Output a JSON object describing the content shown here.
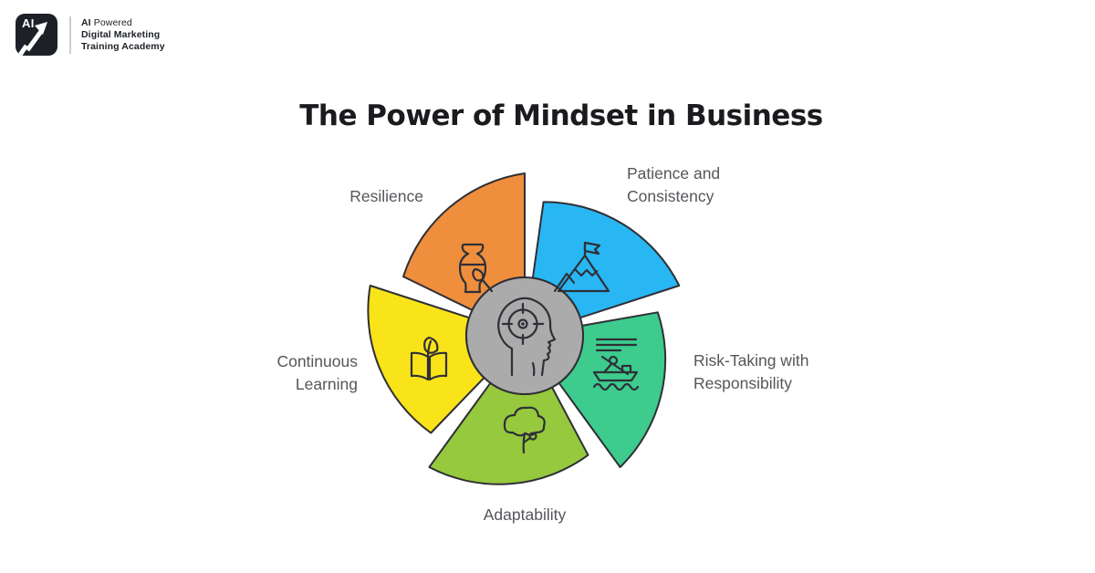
{
  "brand": {
    "mark_text": "AI",
    "tagline_bold": "AI",
    "tagline_rest": " Powered",
    "line2": "Digital Marketing",
    "line3": "Training Academy"
  },
  "title": "The Power of Mindset in Business",
  "wheel": {
    "center": {
      "icon": "head-with-target",
      "color": "#ababab"
    },
    "outline_color": "#2e2f36",
    "segments": [
      {
        "label": "Resilience",
        "color": "#ef8e3c",
        "icon": "kintsugi-vase"
      },
      {
        "label": "Patience and Consistency",
        "color": "#29b7f4",
        "icon": "mountain-flag"
      },
      {
        "label": "Risk-Taking with Responsibility",
        "color": "#3dcb8e",
        "icon": "rowing-boat"
      },
      {
        "label": "Adaptability",
        "color": "#96c93d",
        "icon": "tree"
      },
      {
        "label": "Continuous Learning",
        "color": "#f9e319",
        "icon": "book-leaf"
      }
    ]
  }
}
